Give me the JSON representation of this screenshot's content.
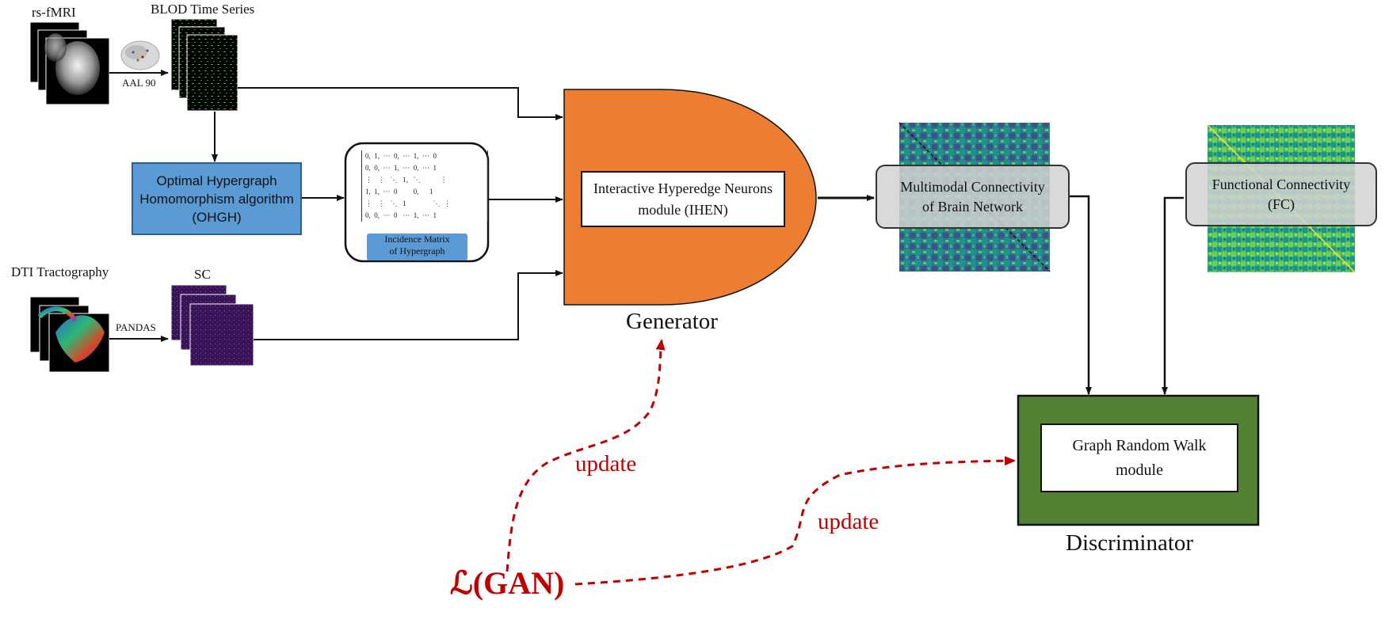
{
  "inputs": {
    "fmri_label": "rs-fMRI",
    "bold_label": "BLOD Time Series",
    "atlas_label": "AAL 90",
    "dti_label": "DTI Tractography",
    "sc_label": "SC",
    "pandas_label": "PANDAS"
  },
  "ohgh": {
    "line1": "Optimal Hypergraph",
    "line2": "Homomorphism algorithm",
    "line3": "(OHGH)"
  },
  "matrix": {
    "rows": [
      "0,  1,  ···  0,  ···  1,  ···  0",
      "0,  0,  ···  1,  ···  0,  ···  1",
      "⋮   ⋮   ⋱   1,   ⋱           ⋮",
      "1,  1,  ···  0         0,      1",
      "⋮   ⋮   ⋱   1               ⋱  ⋮",
      "0,  0,  ···  0   ···  1,  ···  1"
    ],
    "caption_line1": "Incidence Matrix",
    "caption_line2": "of Hypergraph"
  },
  "generator": {
    "module_line1": "Interactive Hyperedge Neurons",
    "module_line2": "module (IHEN)",
    "label": "Generator",
    "color": "#ed7d31"
  },
  "multimodal": {
    "line1": "Multimodal Connectivity",
    "line2": "of Brain Network"
  },
  "functional": {
    "line1": "Functional Connectivity",
    "line2": "(FC)"
  },
  "discriminator": {
    "module_line1": "Graph Random Walk",
    "module_line2": "module",
    "label": "Discriminator",
    "color": "#548235"
  },
  "loss": {
    "label": "ℒ(GAN)",
    "update_generator": "update",
    "update_discriminator": "update",
    "color": "#c00000"
  }
}
